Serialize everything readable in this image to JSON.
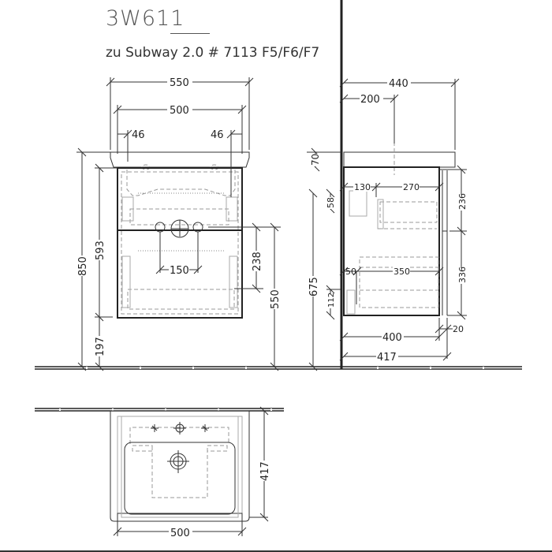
{
  "header": {
    "model_code": "3W611",
    "subtitle": "zu Subway 2.0 # 7113 F5/F6/F7"
  },
  "front_view": {
    "dims": {
      "overall_width": "550",
      "cabinet_width": "500",
      "left_inset": "46",
      "right_inset": "46",
      "total_height": "850",
      "cabinet_height": "593",
      "floor_clearance": "197",
      "siphon_spacing": "150",
      "drain_offset": "238",
      "drain_height": "550"
    }
  },
  "side_view": {
    "dims": {
      "overall_depth": "440",
      "tap_offset": "200",
      "top_thickness": "70",
      "upper_drawer_front": "130",
      "upper_drawer_length": "270",
      "upper_drawer_height": "236",
      "lower_drawer_front": "50",
      "lower_drawer_length": "350",
      "lower_drawer_height": "336",
      "handle_offset": "58",
      "height_to_top": "675",
      "lower_gap": "112",
      "carcass_depth": "400",
      "total_depth": "417",
      "front_thickness": "20"
    }
  },
  "top_view": {
    "dims": {
      "depth": "417",
      "width": "500"
    }
  }
}
